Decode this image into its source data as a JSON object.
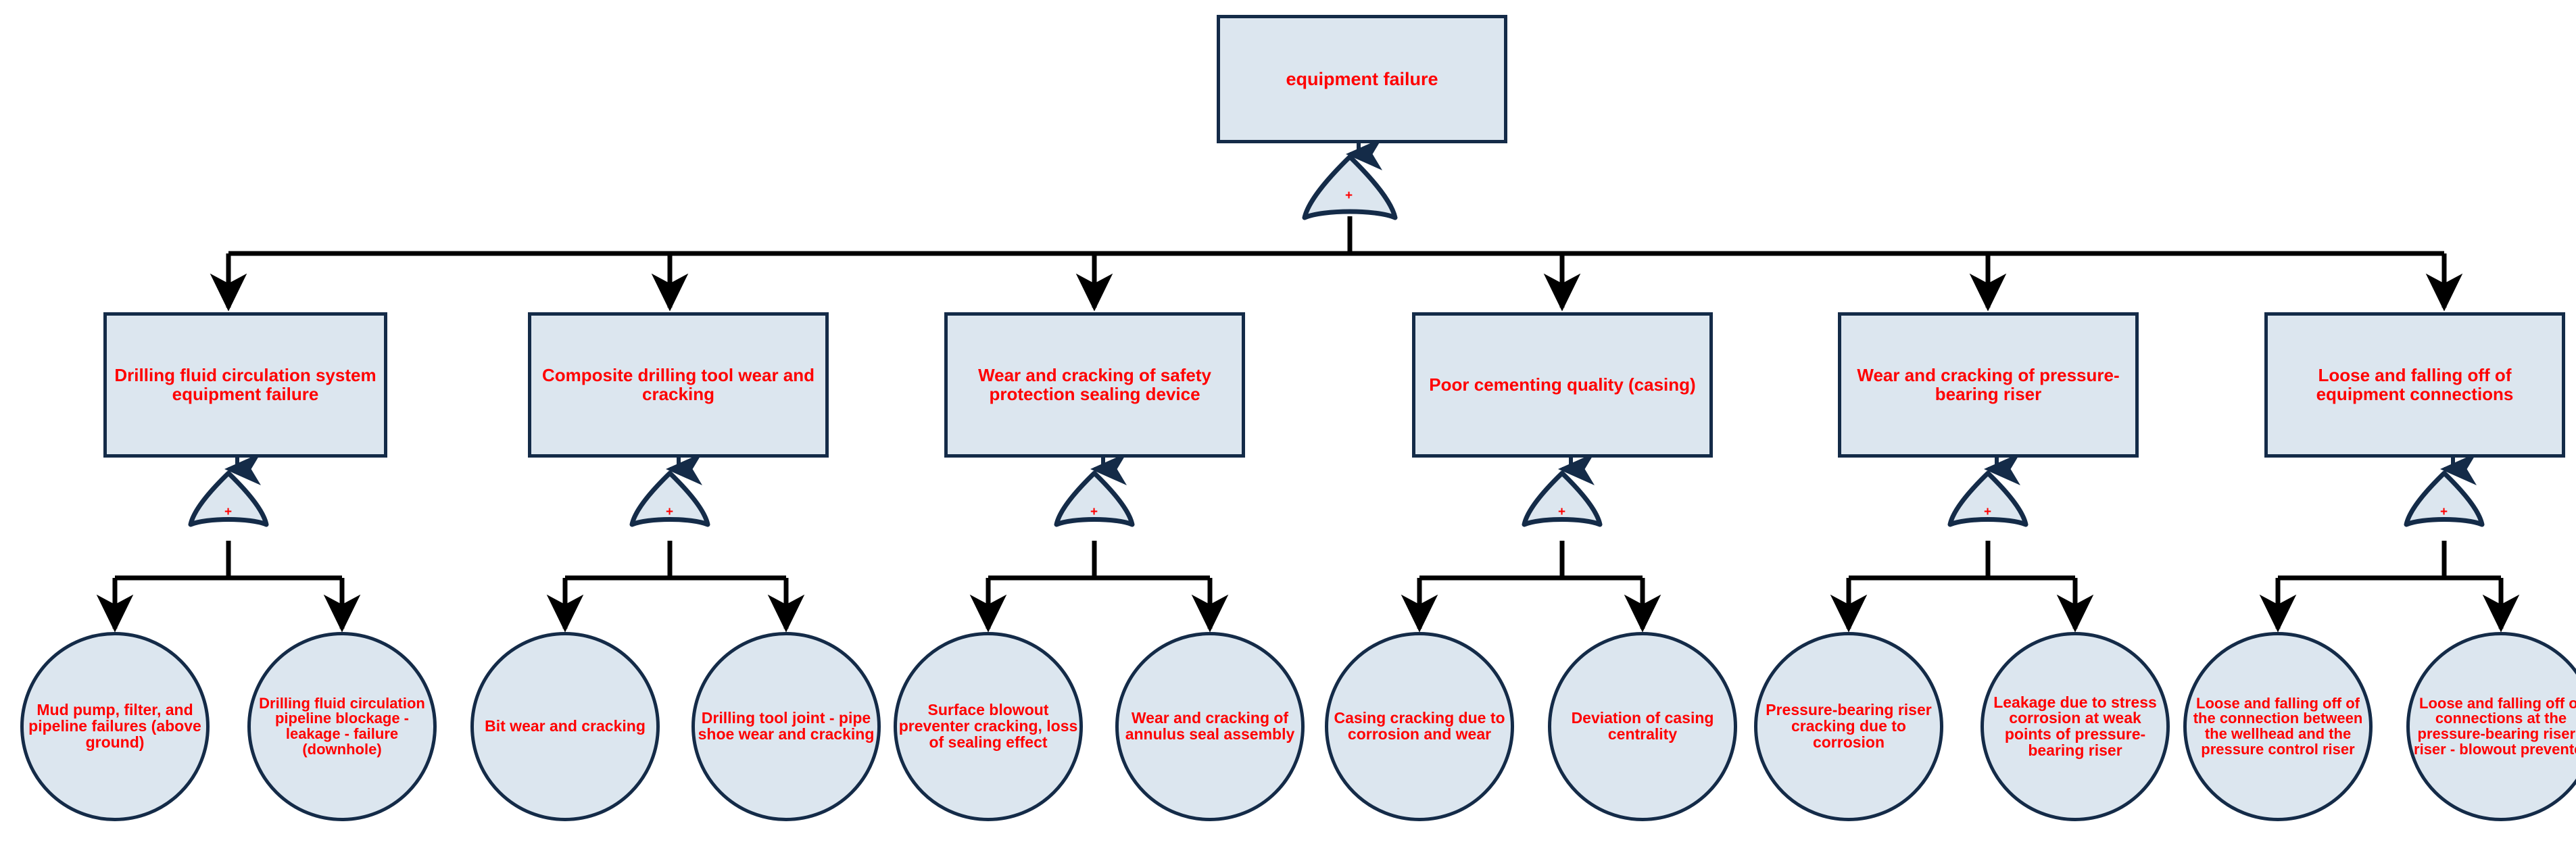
{
  "diagram": {
    "type": "fault-tree",
    "title": "equipment failure",
    "colors": {
      "node_fill": "#dce6ef",
      "node_stroke": "#142b48",
      "text": "#ff0000",
      "connector": "#000000",
      "background": "#ffffff"
    },
    "gate_symbol": "+",
    "gate_type": "OR"
  },
  "top_event": {
    "label": "equipment failure",
    "gate": "+"
  },
  "intermediate_events": [
    {
      "label": "Drilling fluid circulation system equipment failure",
      "gate": "+"
    },
    {
      "label": "Composite drilling tool wear and cracking",
      "gate": "+"
    },
    {
      "label": "Wear and cracking of safety protection sealing device",
      "gate": "+"
    },
    {
      "label": "Poor cementing quality (casing)",
      "gate": "+"
    },
    {
      "label": "Wear and cracking of pressure-bearing riser",
      "gate": "+"
    },
    {
      "label": "Loose and falling off of equipment connections",
      "gate": "+"
    }
  ],
  "basic_events": [
    {
      "label": "Mud pump, filter, and pipeline failures (above ground)"
    },
    {
      "label": "Drilling fluid circulation pipeline blockage - leakage - failure (downhole)"
    },
    {
      "label": "Bit wear and cracking"
    },
    {
      "label": "Drilling tool joint - pipe shoe wear and cracking"
    },
    {
      "label": "Surface blowout preventer cracking, loss of sealing effect"
    },
    {
      "label": "Wear and cracking of annulus seal assembly"
    },
    {
      "label": "Casing cracking due to corrosion and wear"
    },
    {
      "label": "Deviation of casing centrality"
    },
    {
      "label": "Pressure-bearing riser cracking due to corrosion"
    },
    {
      "label": "Leakage due to stress corrosion at weak points of pressure-bearing riser"
    },
    {
      "label": "Loose and falling off of the connection between the wellhead and the pressure control riser"
    },
    {
      "label": "Loose and falling off of connections at the pressure-bearing riser - riser - blowout preventer"
    }
  ],
  "gate_plus_labels": [
    "+",
    "+",
    "+",
    "+",
    "+",
    "+",
    "+"
  ]
}
